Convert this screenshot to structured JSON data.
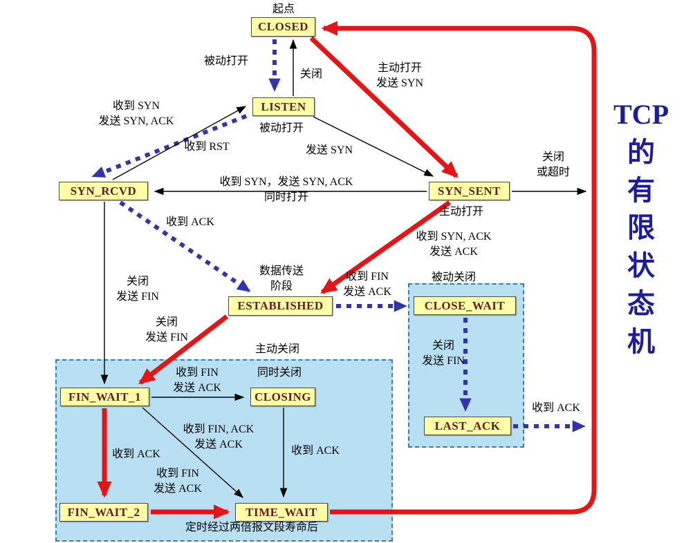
{
  "title": {
    "text": "TCP 的有限状态机",
    "lines": [
      "TCP",
      "的",
      "有",
      "限",
      "状",
      "态",
      "机"
    ]
  },
  "colors": {
    "state_fill": "#ffffa8",
    "state_text": "#6b1a1a",
    "red_arrow": "#e51515",
    "blue_arrow": "#3333ad",
    "region_fill": "#b9e0f2",
    "region_border": "#3a7ca5",
    "title_color": "#1c1c9c"
  },
  "states": [
    {
      "id": "closed",
      "label": "CLOSED"
    },
    {
      "id": "listen",
      "label": "LISTEN"
    },
    {
      "id": "syn_rcvd",
      "label": "SYN_RCVD"
    },
    {
      "id": "syn_sent",
      "label": "SYN_SENT"
    },
    {
      "id": "established",
      "label": "ESTABLISHED"
    },
    {
      "id": "close_wait",
      "label": "CLOSE_WAIT"
    },
    {
      "id": "fin_wait_1",
      "label": "FIN_WAIT_1"
    },
    {
      "id": "closing",
      "label": "CLOSING"
    },
    {
      "id": "last_ack",
      "label": "LAST_ACK"
    },
    {
      "id": "fin_wait_2",
      "label": "FIN_WAIT_2"
    },
    {
      "id": "time_wait",
      "label": "TIME_WAIT"
    }
  ],
  "regions": [
    {
      "id": "active-close",
      "label": "主动关闭"
    },
    {
      "id": "passive-close",
      "label": "被动关闭"
    }
  ],
  "edges": [
    {
      "from": "CLOSED",
      "to": "LISTEN",
      "style": "blue-dotted",
      "label": "被动打开"
    },
    {
      "from": "LISTEN",
      "to": "CLOSED",
      "style": "black-thin",
      "label": "关闭"
    },
    {
      "from": "CLOSED",
      "to": "SYN_SENT",
      "style": "red-solid",
      "label": "主动打开\n发送 SYN"
    },
    {
      "from": "LISTEN",
      "to": "SYN_RCVD",
      "style": "blue-dotted",
      "label": "收到 SYN\n发送 SYN, ACK"
    },
    {
      "from": "SYN_RCVD",
      "to": "LISTEN",
      "style": "black-thin",
      "label": "收到 RST"
    },
    {
      "from": "LISTEN",
      "to": "SYN_SENT",
      "style": "black-thin",
      "label": "发送 SYN"
    },
    {
      "from": "SYN_SENT",
      "to": "SYN_RCVD",
      "style": "black-thin",
      "label": "收到 SYN，发送 SYN, ACK\n同时打开"
    },
    {
      "from": "SYN_SENT",
      "to": "CLOSED",
      "style": "black-thin",
      "label": "关闭\n或超时"
    },
    {
      "from": "SYN_RCVD",
      "to": "ESTABLISHED",
      "style": "blue-dotted",
      "label": "收到 ACK"
    },
    {
      "from": "SYN_SENT",
      "to": "ESTABLISHED",
      "style": "red-solid",
      "label": "收到 SYN, ACK\n发送 ACK"
    },
    {
      "from": "SYN_RCVD",
      "to": "FIN_WAIT_1",
      "style": "black-thin",
      "label": "关闭\n发送 FIN"
    },
    {
      "from": "ESTABLISHED",
      "to": "FIN_WAIT_1",
      "style": "red-solid",
      "label": "关闭\n发送 FIN"
    },
    {
      "from": "ESTABLISHED",
      "to": "CLOSE_WAIT",
      "style": "blue-dotted",
      "label": "收到 FIN\n发送 ACK"
    },
    {
      "from": "CLOSE_WAIT",
      "to": "LAST_ACK",
      "style": "blue-dotted",
      "label": "关闭\n发送 FIN"
    },
    {
      "from": "LAST_ACK",
      "to": "CLOSED",
      "style": "blue-dotted",
      "label": "收到 ACK"
    },
    {
      "from": "FIN_WAIT_1",
      "to": "CLOSING",
      "style": "black-thin",
      "label": "收到 FIN\n发送 ACK"
    },
    {
      "from": "FIN_WAIT_1",
      "to": "FIN_WAIT_2",
      "style": "red-solid",
      "label": "收到 ACK"
    },
    {
      "from": "FIN_WAIT_1",
      "to": "TIME_WAIT",
      "style": "black-thin",
      "label": "收到 FIN, ACK\n发送 ACK"
    },
    {
      "from": "CLOSING",
      "to": "TIME_WAIT",
      "style": "black-thin",
      "label": "收到 ACK"
    },
    {
      "from": "FIN_WAIT_2",
      "to": "TIME_WAIT",
      "style": "red-solid",
      "label": "收到 FIN\n发送 ACK"
    },
    {
      "from": "TIME_WAIT",
      "to": "CLOSED",
      "style": "red-solid",
      "label": "定时经过两倍报文段寿命后"
    }
  ],
  "annotations": [
    {
      "id": "start-point",
      "text": "起点"
    },
    {
      "id": "passive-open-under-listen",
      "text": "被动打开"
    },
    {
      "id": "active-open-under-syn-sent",
      "text": "主动打开"
    },
    {
      "id": "data-transfer-phase",
      "text": "数据传送\n阶段"
    },
    {
      "id": "passive-close-caption",
      "text": "被动关闭"
    },
    {
      "id": "active-close-caption",
      "text": "主动关闭"
    },
    {
      "id": "simultaneous-close-caption",
      "text": "同时关闭"
    }
  ]
}
